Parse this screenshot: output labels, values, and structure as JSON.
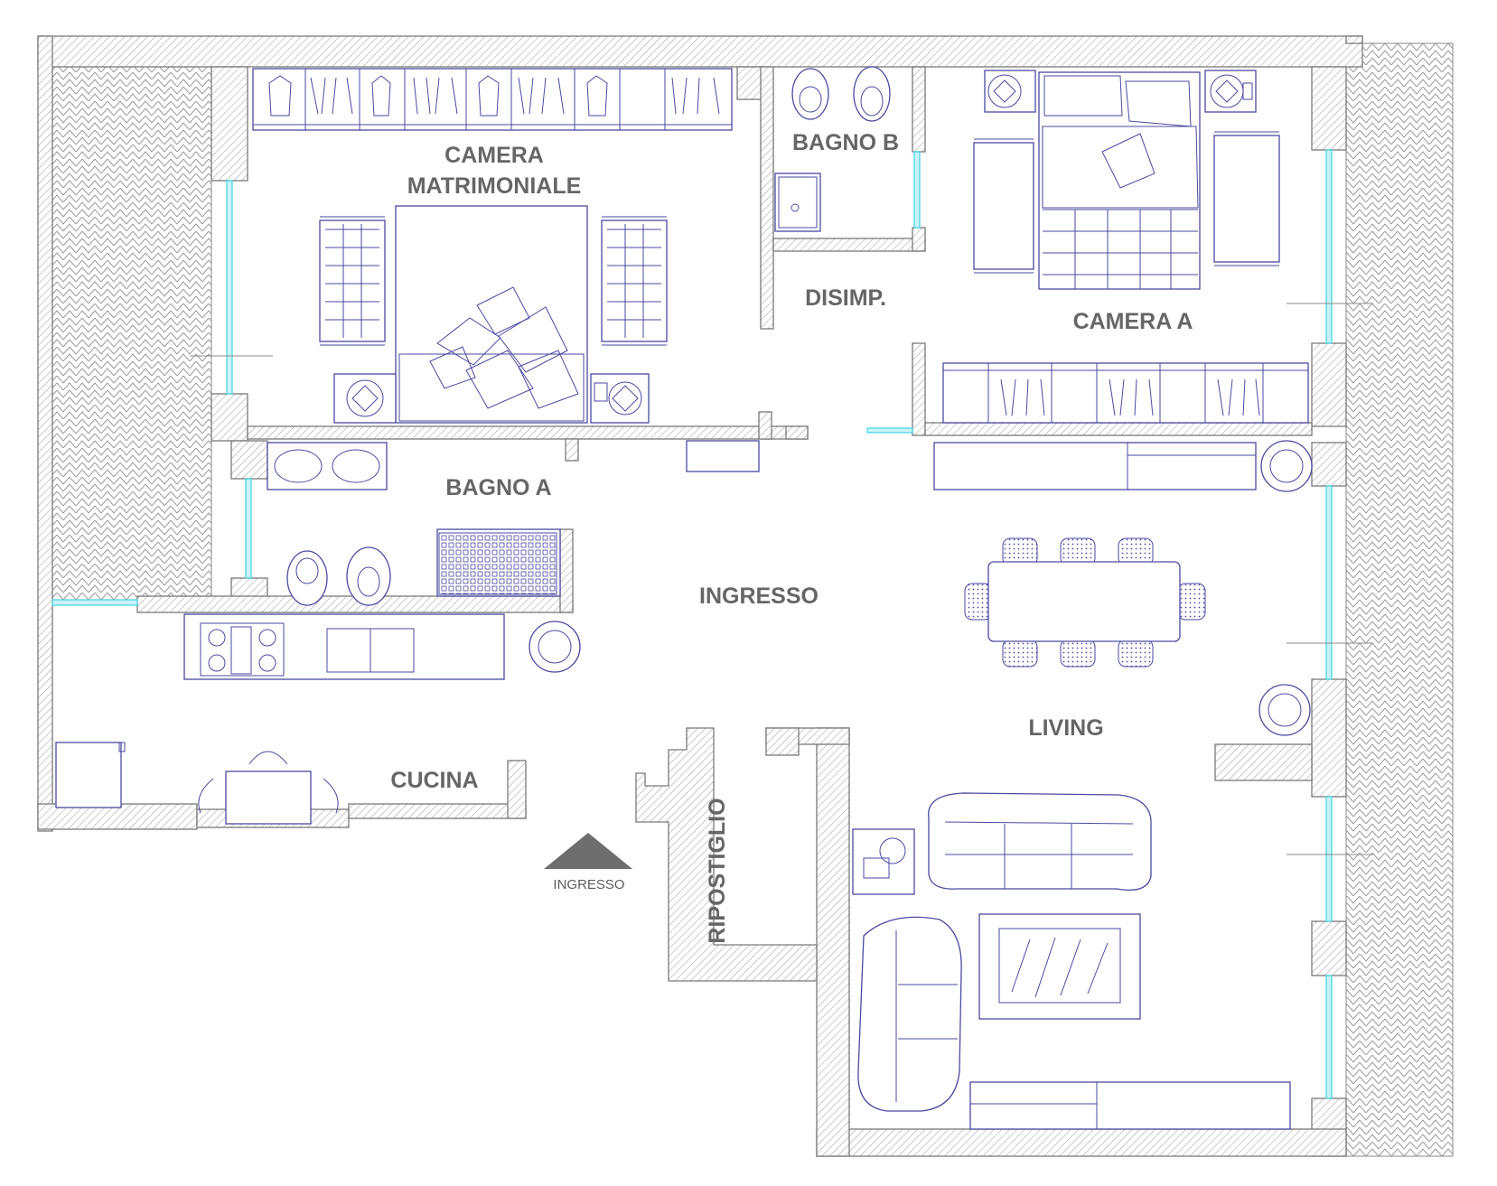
{
  "rooms": {
    "camera_matrimoniale_line1": "CAMERA",
    "camera_matrimoniale_line2": "MATRIMONIALE",
    "bagno_b": "BAGNO B",
    "camera_a": "CAMERA A",
    "disimp": "DISIMP.",
    "bagno_a": "BAGNO  A",
    "ingresso": "INGRESSO",
    "living": "LIVING",
    "cucina": "CUCINA",
    "ripostiglio": "RIPOSTIGLIO"
  },
  "entry": {
    "label": "INGRESSO",
    "marker_icon": "triangle-entry-icon"
  },
  "colors": {
    "label_grey": "#666666",
    "furniture_blue": "#4a4aa0",
    "glass_cyan": "#3fd5e2",
    "wall_grey": "#7a7a7a"
  }
}
